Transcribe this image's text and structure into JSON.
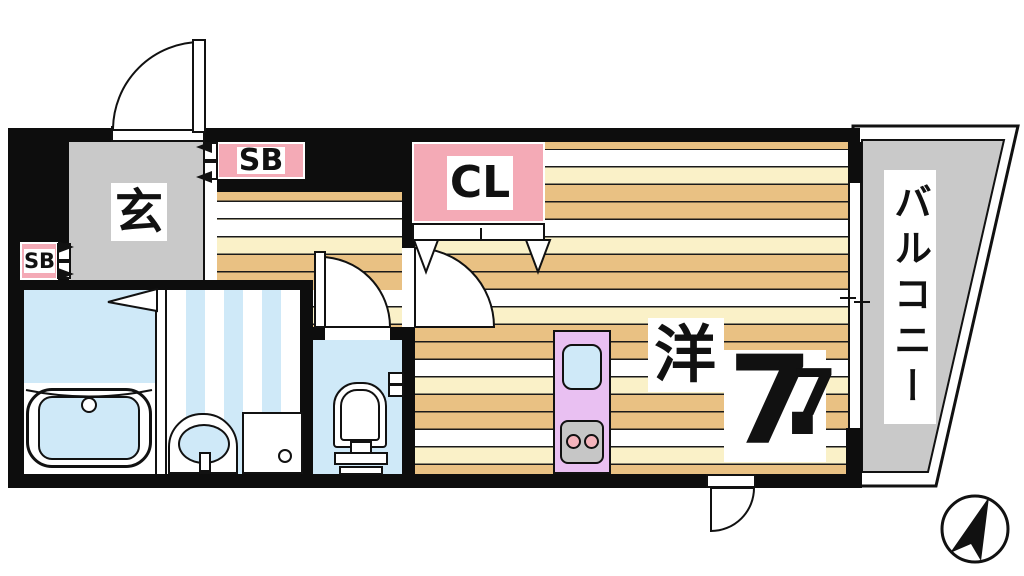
{
  "rooms": {
    "entrance_label": "玄",
    "shoe_box_label": "SB",
    "closet_label": "CL",
    "western_room_label": "洋",
    "western_room_size_whole": "7",
    "western_room_size_dot": ".",
    "western_room_size_fraction": "7",
    "western_room_size": "7.7",
    "balcony_label": "バルコニー"
  },
  "theme": {
    "wall": "#0d0d0d",
    "pink": "#f4aab6",
    "gray": "#c9c9c9",
    "tan": "#e9c183",
    "cream": "#faf1c8",
    "water": "#cfe9f8",
    "kitchen": "#e9c0f2",
    "stove": "#c6c6c6",
    "burner": "#f4b4bc"
  }
}
